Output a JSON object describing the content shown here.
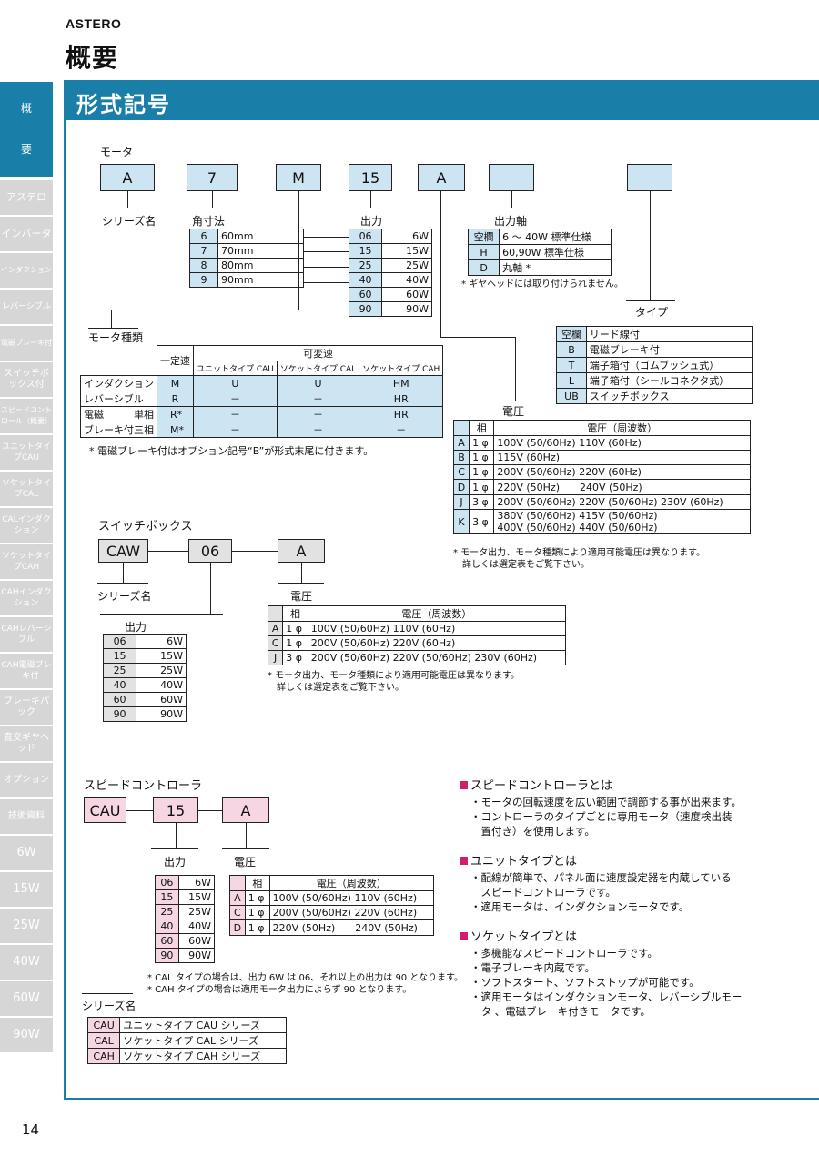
{
  "brand": "ASTERO",
  "page_title": "概要",
  "section_title": "形式記号",
  "page_number": "14",
  "sidebar": [
    "概",
    "要",
    "アステロ",
    "インバータ",
    "インダクション",
    "レバーシブル",
    "電磁ブレーキ付",
    "スイッチボックス付",
    "スピードコントロール（概要）",
    "ユニットタイプCAU",
    "ソケットタイプCAL",
    "CALインダクション",
    "ソケットタイプCAH",
    "CAHインダクション",
    "CAHレバーシブル",
    "CAH電磁ブレーキ付",
    "ブレーキパック",
    "直交ギヤヘッド",
    "オプション",
    "技術資料",
    "6W",
    "15W",
    "25W",
    "40W",
    "60W",
    "90W"
  ],
  "motor": {
    "title": "モータ",
    "boxes": [
      "A",
      "7",
      "M",
      "15",
      "A",
      "",
      ""
    ],
    "series_label": "シリーズ名",
    "size_label": "角寸法",
    "output_label": "出力",
    "shaft_label": "出力軸",
    "type_label": "タイプ",
    "kind_label": "モータ種類",
    "voltage_label": "電圧",
    "sizes": [
      [
        "6",
        "60mm"
      ],
      [
        "7",
        "70mm"
      ],
      [
        "8",
        "80mm"
      ],
      [
        "9",
        "90mm"
      ]
    ],
    "outputs": [
      [
        "06",
        "6W"
      ],
      [
        "15",
        "15W"
      ],
      [
        "25",
        "25W"
      ],
      [
        "40",
        "40W"
      ],
      [
        "60",
        "60W"
      ],
      [
        "90",
        "90W"
      ]
    ],
    "shafts": [
      [
        "空欄",
        "6 ～ 40W 標準仕様"
      ],
      [
        "H",
        "60,90W 標準仕様"
      ],
      [
        "D",
        "丸軸 *"
      ]
    ],
    "shaft_note": "* ギヤヘッドには取り付けられません。",
    "types": [
      [
        "空欄",
        "リード線付"
      ],
      [
        "B",
        "電磁ブレーキ付"
      ],
      [
        "T",
        "端子箱付（ゴムブッシュ式）"
      ],
      [
        "L",
        "端子箱付（シールコネクタ式）"
      ],
      [
        "UB",
        "スイッチボックス"
      ]
    ],
    "kind_header": {
      "fixed": "一定速",
      "variable": "可変速",
      "cau": "ユニットタイプ CAU",
      "cal": "ソケットタイプ CAL",
      "cah": "ソケットタイプ CAH"
    },
    "kinds": [
      {
        "name": "インダクション",
        "sub": "",
        "fixed": "M",
        "cau": "U",
        "cal": "U",
        "cah": "HM"
      },
      {
        "name": "レバーシブル",
        "sub": "",
        "fixed": "R",
        "cau": "－",
        "cal": "－",
        "cah": "HR"
      },
      {
        "name": "電磁",
        "sub": "単相",
        "fixed": "R*",
        "cau": "－",
        "cal": "－",
        "cah": "HR"
      },
      {
        "name": "ブレーキ付",
        "sub": "三相",
        "fixed": "M*",
        "cau": "－",
        "cal": "－",
        "cah": "－"
      }
    ],
    "kind_note": "* 電磁ブレーキ付はオプション記号“B”が形式末尾に付きます。",
    "volt_header": [
      "相",
      "電圧（周波数）"
    ],
    "volts": [
      [
        "A",
        "1 φ",
        "100V (50/60Hz) 110V (60Hz)"
      ],
      [
        "B",
        "1 φ",
        "115V (60Hz)"
      ],
      [
        "C",
        "1 φ",
        "200V (50/60Hz) 220V (60Hz)"
      ],
      [
        "D",
        "1 φ",
        "220V (50Hz)　　240V (50Hz)"
      ],
      [
        "J",
        "3 φ",
        "200V (50/60Hz) 220V (50/60Hz)  230V (60Hz)"
      ],
      [
        "K",
        "3 φ",
        "380V (50/60Hz) 415V (50/60Hz)",
        "400V (50/60Hz) 440V (50/60Hz)"
      ]
    ],
    "volt_note1": "* モータ出力、モータ種類により適用可能電圧は異なります。",
    "volt_note2": "詳しくは選定表をご覧下さい。"
  },
  "switchbox": {
    "title": "スイッチボックス",
    "boxes": [
      "CAW",
      "06",
      "A"
    ],
    "series_label": "シリーズ名",
    "output_label": "出力",
    "voltage_label": "電圧",
    "outputs": [
      [
        "06",
        "6W"
      ],
      [
        "15",
        "15W"
      ],
      [
        "25",
        "25W"
      ],
      [
        "40",
        "40W"
      ],
      [
        "60",
        "60W"
      ],
      [
        "90",
        "90W"
      ]
    ],
    "volt_header": [
      "相",
      "電圧（周波数）"
    ],
    "volts": [
      [
        "A",
        "1 φ",
        "100V (50/60Hz) 110V (60Hz)"
      ],
      [
        "C",
        "1 φ",
        "200V (50/60Hz) 220V (60Hz)"
      ],
      [
        "J",
        "3 φ",
        "200V (50/60Hz) 220V (50/60Hz)  230V (60Hz)"
      ]
    ],
    "note1": "* モータ出力、モータ種類により適用可能電圧は異なります。",
    "note2": "詳しくは選定表をご覧下さい。"
  },
  "speed": {
    "title": "スピードコントローラ",
    "boxes": [
      "CAU",
      "15",
      "A"
    ],
    "output_label": "出力",
    "voltage_label": "電圧",
    "series_label": "シリーズ名",
    "outputs": [
      [
        "06",
        "6W"
      ],
      [
        "15",
        "15W"
      ],
      [
        "25",
        "25W"
      ],
      [
        "40",
        "40W"
      ],
      [
        "60",
        "60W"
      ],
      [
        "90",
        "90W"
      ]
    ],
    "volt_header": [
      "相",
      "電圧（周波数）"
    ],
    "volts": [
      [
        "A",
        "1 φ",
        "100V (50/60Hz) 110V (60Hz)"
      ],
      [
        "C",
        "1 φ",
        "200V (50/60Hz) 220V (60Hz)"
      ],
      [
        "D",
        "1 φ",
        "220V (50Hz)　　240V (50Hz)"
      ]
    ],
    "note1": "* CAL タイプの場合は、出力 6W は 06、それ以上の出力は 90 となります。",
    "note2": "* CAH タイプの場合は適用モータ出力によらず 90 となります。",
    "series": [
      [
        "CAU",
        "ユニットタイプ CAU シリーズ"
      ],
      [
        "CAL",
        "ソケットタイプ CAL シリーズ"
      ],
      [
        "CAH",
        "ソケットタイプ CAH シリーズ"
      ]
    ]
  },
  "info": [
    {
      "heading": "スピードコントローラとは",
      "lines": [
        "・モータの回転速度を広い範囲で調節する事が出来ます。",
        "・コントローラのタイプごとに専用モータ（速度検出装",
        "　置付き）を使用します。"
      ]
    },
    {
      "heading": "ユニットタイプとは",
      "lines": [
        "・配線が簡単で、パネル面に速度設定器を内蔵している",
        "　スピードコントローラです。",
        "・適用モータは、インダクションモータです。"
      ]
    },
    {
      "heading": "ソケットタイプとは",
      "lines": [
        "・多機能なスピードコントローラです。",
        "・電子ブレーキ内蔵です。",
        "・ソフトスタート、ソフトストップが可能です。",
        "・適用モータはインダクションモータ、レバーシブルモー",
        "　タ 、電磁ブレーキ付きモータです。"
      ]
    }
  ]
}
